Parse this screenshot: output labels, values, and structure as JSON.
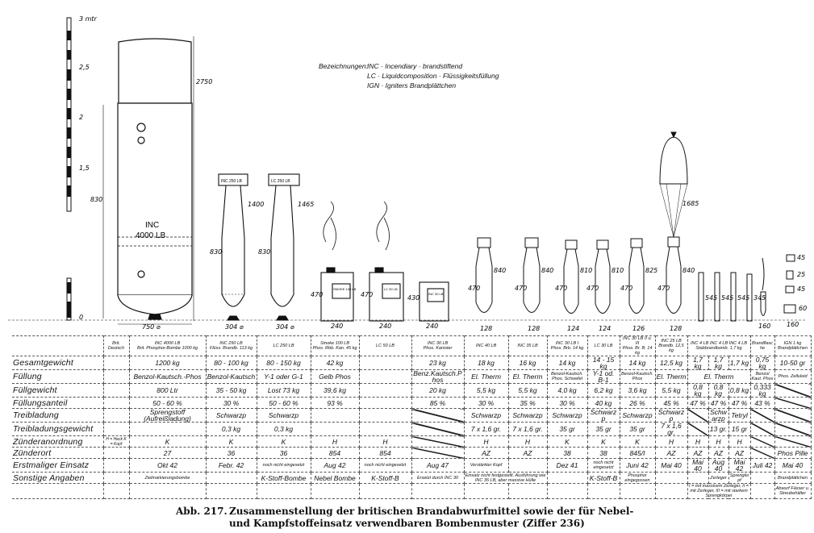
{
  "scale": {
    "ticks": [
      "3 mtr",
      "2,5",
      "2",
      "1,5",
      "0"
    ]
  },
  "legend": {
    "label": "Bezeichnungen:",
    "items": [
      "INC · Incendiary · brandstiftend",
      "LC · Liquidcomposition · Flüssigkeitsfüllung",
      "IGN · Igniters  Brandplättchen"
    ]
  },
  "drawing": {
    "big_bomb_label": [
      "INC",
      "4000 LB"
    ],
    "dimensions": {
      "big_height": "2750",
      "big_lower": "830",
      "big_dia": "750 ⌀",
      "inc250_height": "1400",
      "inc250_body": "830",
      "inc250_dia": "304 ⌀",
      "lc250_height": "1465",
      "lc250_body": "830",
      "lc250_dia": "304 ⌀",
      "can1_width": "240",
      "can1_height": "470",
      "can2_width": "240",
      "can2_height": "470",
      "can3_width": "240",
      "can3_height": "430",
      "s1_height": "840",
      "s1_lower": "470",
      "s1_dia": "128",
      "s2_height": "840",
      "s2_lower": "470",
      "s2_dia": "128",
      "s3_height": "810",
      "s3_lower": "470",
      "s3_dia": "124",
      "s4_height": "810",
      "s4_lower": "470",
      "s4_dia": "124",
      "s5_height": "825",
      "s5_lower": "470",
      "s5_dia": "126",
      "s6_height": "840",
      "s6_lower": "470",
      "s6_dia": "128",
      "para_height": "1685",
      "stick_h1": "545",
      "stick_h2": "545",
      "stick_h3": "545",
      "stick_h4": "345",
      "flask_dia": "160",
      "ign_dims": [
        "45",
        "25",
        "45",
        "60",
        "160"
      ]
    },
    "tail_labels": [
      "INC 250 LB",
      "LC 250 LB"
    ],
    "can_labels": [
      "SMOKE 100 LB",
      "LC 50 LB",
      "INC 30 LB"
    ]
  },
  "table": {
    "brit": "Brit.",
    "deutsch": "Deutsch",
    "headers": [
      {
        "t": "INC 4000 LB\nBrit. Phosphor-Bombe 1000 kg"
      },
      {
        "t": "INC 250 LB\nFlüss. Brandb. 113 kg"
      },
      {
        "t": "LC 250 LB"
      },
      {
        "t": "Smoke 100 LB\nPhos. Rbb. Kan. 45 kg"
      },
      {
        "t": "LC 50 LB"
      },
      {
        "t": "INC 30 LB\nPhos. Kanister"
      },
      {
        "t": "INC 40 LB"
      },
      {
        "t": "INC 35 LB"
      },
      {
        "t": "INC 30 LB I\nPhos. Brb. 14 kg"
      },
      {
        "t": "LC 30 LB"
      },
      {
        "t": "INC 30 LB II u. III\nPhos. Br. B. 14 kg"
      },
      {
        "t": "INC 25 LB\nBrandb. 12,5 kg"
      },
      {
        "t": "INC 4 LB  INC 4 LB  INC 4 LB\nStabbrandbomb. 1,7 kg",
        "span": 3
      },
      {
        "t": "Brandflasche"
      },
      {
        "t": "IGN 1 kg\nBrandplättchen"
      }
    ],
    "rows": [
      {
        "label": "Gesamtgewicht",
        "cells": [
          {
            "t": "1200 kg"
          },
          {
            "t": "80 - 100 kg"
          },
          {
            "t": "80 - 150 kg"
          },
          {
            "t": "42 kg"
          },
          {
            "t": ""
          },
          {
            "t": "23 kg"
          },
          {
            "t": "18 kg"
          },
          {
            "t": "16 kg"
          },
          {
            "t": "14 kg"
          },
          {
            "t": "14 - 15 kg"
          },
          {
            "t": "14 kg"
          },
          {
            "t": "12,5 kg"
          },
          {
            "t": "1,7 kg"
          },
          {
            "t": "1,7 kg"
          },
          {
            "t": "1,7 kg"
          },
          {
            "t": "0,75 kg"
          },
          {
            "t": "10-50 gr"
          }
        ]
      },
      {
        "label": "Füllung",
        "cells": [
          {
            "t": "Benzol-Kautsch.-Phos"
          },
          {
            "t": "Benzol-Kautsch"
          },
          {
            "t": "Y-1 oder G-1"
          },
          {
            "t": "Gelb Phos"
          },
          {
            "t": ""
          },
          {
            "t": "Benz.Kautsch.Phos"
          },
          {
            "t": "El. Therm"
          },
          {
            "t": "El. Therm"
          },
          {
            "t": "Benzol-Kautsch. Phos. Schwefel",
            "sm": 1
          },
          {
            "t": "Y-1 od. B-1"
          },
          {
            "t": "Benzol-Kautsch. Phos",
            "sm": 1
          },
          {
            "t": "El. Therm"
          },
          {
            "t": "El. Therm",
            "span": 3
          },
          {
            "t": "Benzol Kaut. Phos",
            "sm": 1
          },
          {
            "t": "Phos. Zelluloid",
            "sm": 1
          }
        ]
      },
      {
        "label": "Füllgewicht",
        "cells": [
          {
            "t": "800 Ltr"
          },
          {
            "t": "35 - 50 kg"
          },
          {
            "t": "Lost 73 kg"
          },
          {
            "t": "39,6 kg"
          },
          {
            "t": ""
          },
          {
            "t": "20 kg"
          },
          {
            "t": "5,5 kg"
          },
          {
            "t": "5,5 kg"
          },
          {
            "t": "4,0 kg"
          },
          {
            "t": "6,2 kg"
          },
          {
            "t": "3,6 kg"
          },
          {
            "t": "5,5 kg"
          },
          {
            "t": "0,8 kg"
          },
          {
            "t": "0,8 kg"
          },
          {
            "t": "0,8 kg"
          },
          {
            "t": "0,333 kg"
          },
          {
            "t": "/"
          }
        ]
      },
      {
        "label": "Füllungsanteil",
        "cells": [
          {
            "t": "50 - 60 %"
          },
          {
            "t": "30 %"
          },
          {
            "t": "50 - 60 %"
          },
          {
            "t": "93 %"
          },
          {
            "t": ""
          },
          {
            "t": "85 %"
          },
          {
            "t": "30 %"
          },
          {
            "t": "35 %"
          },
          {
            "t": "30 %"
          },
          {
            "t": "40 kg"
          },
          {
            "t": "26 %"
          },
          {
            "t": "45 %"
          },
          {
            "t": "47 %"
          },
          {
            "t": "47 %"
          },
          {
            "t": "47 %"
          },
          {
            "t": "43 %"
          },
          {
            "t": "/"
          }
        ]
      },
      {
        "label": "Treibladung",
        "cells": [
          {
            "t": "Sprengstoff (Aufreißladung)"
          },
          {
            "t": "Schwarzp"
          },
          {
            "t": "Schwarzp"
          },
          {
            "t": ""
          },
          {
            "t": ""
          },
          {
            "t": "/"
          },
          {
            "t": "Schwarzp"
          },
          {
            "t": "Schwarzp"
          },
          {
            "t": "Schwarzp"
          },
          {
            "t": "Schwarzp"
          },
          {
            "t": "Schwarzp"
          },
          {
            "t": "Schwarzp"
          },
          {
            "t": "/"
          },
          {
            "t": "Schwarzp"
          },
          {
            "t": "Tetryl"
          },
          {
            "t": "/"
          },
          {
            "t": "/"
          }
        ]
      },
      {
        "label": "Treibladungsgewicht",
        "cells": [
          {
            "t": ""
          },
          {
            "t": "0,3 kg"
          },
          {
            "t": "0,3 kg"
          },
          {
            "t": ""
          },
          {
            "t": ""
          },
          {
            "t": "/"
          },
          {
            "t": "7 x 1,6 gr."
          },
          {
            "t": "7 x 1,6 gr."
          },
          {
            "t": "35 gr"
          },
          {
            "t": "35 gr"
          },
          {
            "t": "35 gr"
          },
          {
            "t": "7 x 1,6 gr."
          },
          {
            "t": "/"
          },
          {
            "t": "13 gr."
          },
          {
            "t": "15 gr"
          },
          {
            "t": "/"
          },
          {
            "t": "/"
          }
        ]
      },
      {
        "label": "Zünderanordnung",
        "note": "H = Heck  K = Kopf",
        "cells": [
          {
            "t": "K"
          },
          {
            "t": "K"
          },
          {
            "t": "K"
          },
          {
            "t": "H"
          },
          {
            "t": "H"
          },
          {
            "t": "/"
          },
          {
            "t": "H"
          },
          {
            "t": "H"
          },
          {
            "t": "K"
          },
          {
            "t": "K"
          },
          {
            "t": "K"
          },
          {
            "t": "H"
          },
          {
            "t": "H"
          },
          {
            "t": "H"
          },
          {
            "t": "H"
          },
          {
            "t": "/"
          },
          {
            "t": "/"
          }
        ]
      },
      {
        "label": "Zünderort",
        "cells": [
          {
            "t": "27"
          },
          {
            "t": "36"
          },
          {
            "t": "36"
          },
          {
            "t": "854"
          },
          {
            "t": "854"
          },
          {
            "t": "/"
          },
          {
            "t": "AZ"
          },
          {
            "t": "AZ"
          },
          {
            "t": "38"
          },
          {
            "t": "38"
          },
          {
            "t": "845/I"
          },
          {
            "t": "AZ"
          },
          {
            "t": "AZ"
          },
          {
            "t": "AZ"
          },
          {
            "t": "AZ"
          },
          {
            "t": "/"
          },
          {
            "t": "Phos Pille"
          }
        ]
      },
      {
        "label": "Erstmaliger Einsatz",
        "cells": [
          {
            "t": "Okt 42"
          },
          {
            "t": "Febr. 42"
          },
          {
            "t": "noch nicht eingesetzt",
            "sm": 1
          },
          {
            "t": "Aug 42"
          },
          {
            "t": "noch nicht eingesetzt",
            "sm": 1
          },
          {
            "t": "Aug 47"
          },
          {
            "t": "Verstärkter Kopf",
            "sm": 1
          },
          {
            "t": ""
          },
          {
            "t": "Dez 41"
          },
          {
            "t": "noch nicht eingesetzt",
            "sm": 1
          },
          {
            "t": "Juni 42"
          },
          {
            "t": "Mai 40"
          },
          {
            "t": "Mai 40"
          },
          {
            "t": "Aug 40"
          },
          {
            "t": "Mai 42"
          },
          {
            "t": "Juli 42"
          },
          {
            "t": "Mai 40"
          }
        ]
      },
      {
        "label": "Sonstige Angaben",
        "cells": [
          {
            "t": "Zielmarkierungsbombe",
            "sm": 1
          },
          {
            "t": ""
          },
          {
            "t": "K-Stoff-Bombe"
          },
          {
            "t": "Nebel Bombe"
          },
          {
            "t": "K-Stoff-B"
          },
          {
            "t": "Ersetzt durch INC 30",
            "sm": 1
          },
          {
            "t": "Einsatz nicht festgestellt. Ausführung wie INC 35 LB, aber massive Hülle",
            "sm": 1,
            "span": 2
          },
          {
            "t": ""
          },
          {
            "t": "K-Stoff-B"
          },
          {
            "t": "Phosphor eingegossen",
            "sm": 1
          },
          {
            "t": ""
          },
          {
            "t": ""
          },
          {
            "t": "Zerleger",
            "sm": 1
          },
          {
            "t": "Sprengkopf",
            "sm": 1
          },
          {
            "t": ""
          },
          {
            "t": "Brandplättchen",
            "sm": 1
          }
        ]
      },
      {
        "label": "",
        "cells": [
          {
            "t": ""
          },
          {
            "t": ""
          },
          {
            "t": ""
          },
          {
            "t": ""
          },
          {
            "t": ""
          },
          {
            "t": ""
          },
          {
            "t": ""
          },
          {
            "t": ""
          },
          {
            "t": ""
          },
          {
            "t": ""
          },
          {
            "t": ""
          },
          {
            "t": ""
          },
          {
            "t": "I = mit massivem Zerleger, II = mit Zerleger, III = mit starkem Sprengkörper",
            "sm": 1,
            "span": 3
          },
          {
            "t": ""
          },
          {
            "t": "Abwurf Fässer u. Streubehälter",
            "sm": 1
          }
        ]
      }
    ]
  },
  "caption": {
    "number": "Abb. 217.",
    "line1": "Zusammenstellung der britischen Brandabwurfmittel sowie der für Nebel-",
    "line2": "und Kampfstoffeinsatz verwendbaren Bombenmuster (Ziffer 236)"
  }
}
